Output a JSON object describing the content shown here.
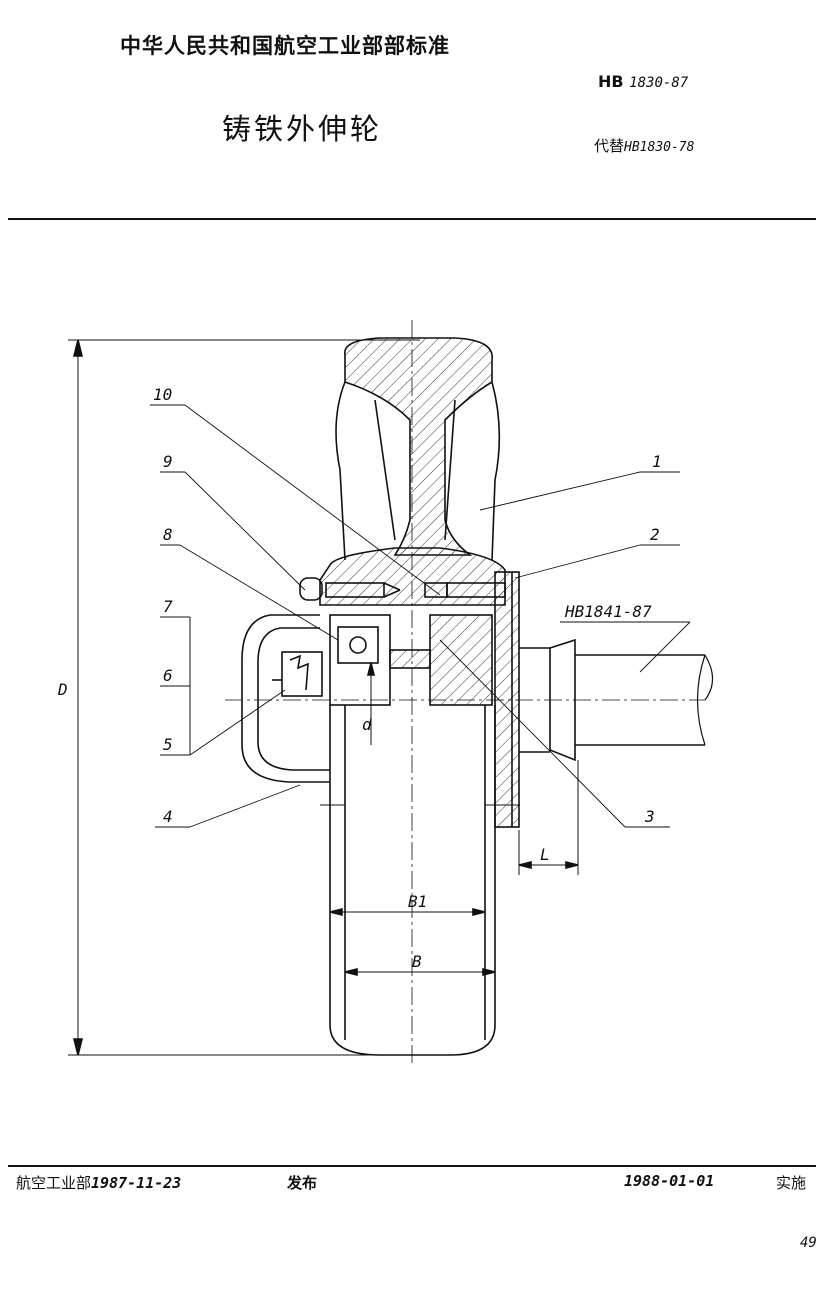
{
  "header": {
    "organization": "中华人民共和国航空工业部部标准",
    "standard_prefix": "HB",
    "standard_number": "1830-87",
    "title": "铸铁外伸轮",
    "replaces_label": "代替",
    "replaces_number": "HB1830-78"
  },
  "drawing": {
    "part_labels": [
      "1",
      "2",
      "3",
      "4",
      "5",
      "6",
      "7",
      "8",
      "9",
      "10"
    ],
    "reference_label": "HB1841-87",
    "dim_D": "D",
    "dim_d": "d",
    "dim_L": "L",
    "dim_B1": "B1",
    "dim_B": "B"
  },
  "footer": {
    "issuer": "航空工业部",
    "issue_date": "1987-11-23",
    "issue_label": "发布",
    "effective_date": "1988-01-01",
    "effective_label": "实施",
    "page_number": "49"
  }
}
